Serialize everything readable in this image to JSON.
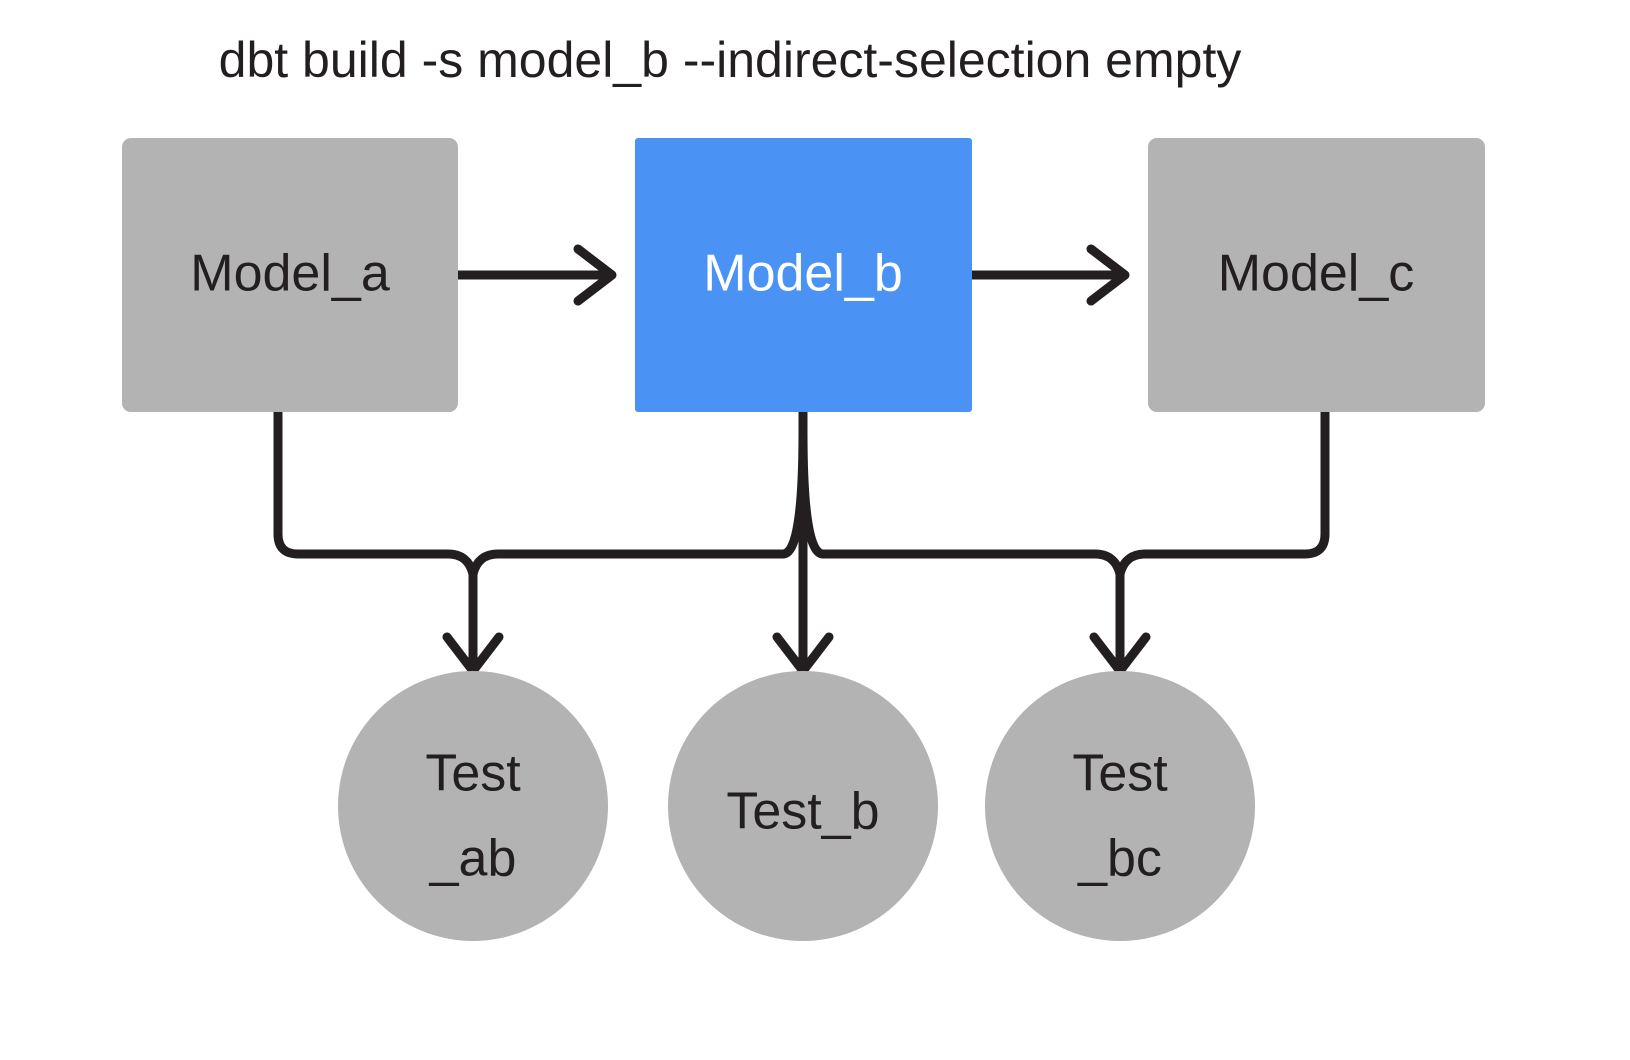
{
  "diagram": {
    "title": "dbt build -s model_b --indirect-selection empty",
    "colors": {
      "background": "#ffffff",
      "node_default": "#b3b3b3",
      "node_selected": "#4a93f5",
      "edge": "#231f20",
      "label_default": "#231f20",
      "label_selected": "#ffffff"
    },
    "models": [
      {
        "id": "model_a",
        "label": "Model_a",
        "state": "unselected",
        "fill": "#b3b3b3",
        "text_color": "#231f20"
      },
      {
        "id": "model_b",
        "label": "Model_b",
        "state": "selected",
        "fill": "#4a93f5",
        "text_color": "#ffffff"
      },
      {
        "id": "model_c",
        "label": "Model_c",
        "state": "unselected",
        "fill": "#b3b3b3",
        "text_color": "#231f20"
      }
    ],
    "tests": [
      {
        "id": "test_ab",
        "label_line1": "Test",
        "label_line2": "_ab",
        "state": "unselected",
        "fill": "#b3b3b3"
      },
      {
        "id": "test_b",
        "label_line1": "Test_b",
        "label_line2": "",
        "state": "unselected",
        "fill": "#b3b3b3"
      },
      {
        "id": "test_bc",
        "label_line1": "Test",
        "label_line2": "_bc",
        "state": "unselected",
        "fill": "#b3b3b3"
      }
    ],
    "edges": [
      {
        "from": "model_a",
        "to": "model_b",
        "kind": "model-to-model"
      },
      {
        "from": "model_b",
        "to": "model_c",
        "kind": "model-to-model"
      },
      {
        "from": "model_a",
        "to": "test_ab",
        "kind": "model-to-test"
      },
      {
        "from": "model_b",
        "to": "test_ab",
        "kind": "model-to-test"
      },
      {
        "from": "model_b",
        "to": "test_b",
        "kind": "model-to-test"
      },
      {
        "from": "model_b",
        "to": "test_bc",
        "kind": "model-to-test"
      },
      {
        "from": "model_c",
        "to": "test_bc",
        "kind": "model-to-test"
      }
    ]
  }
}
